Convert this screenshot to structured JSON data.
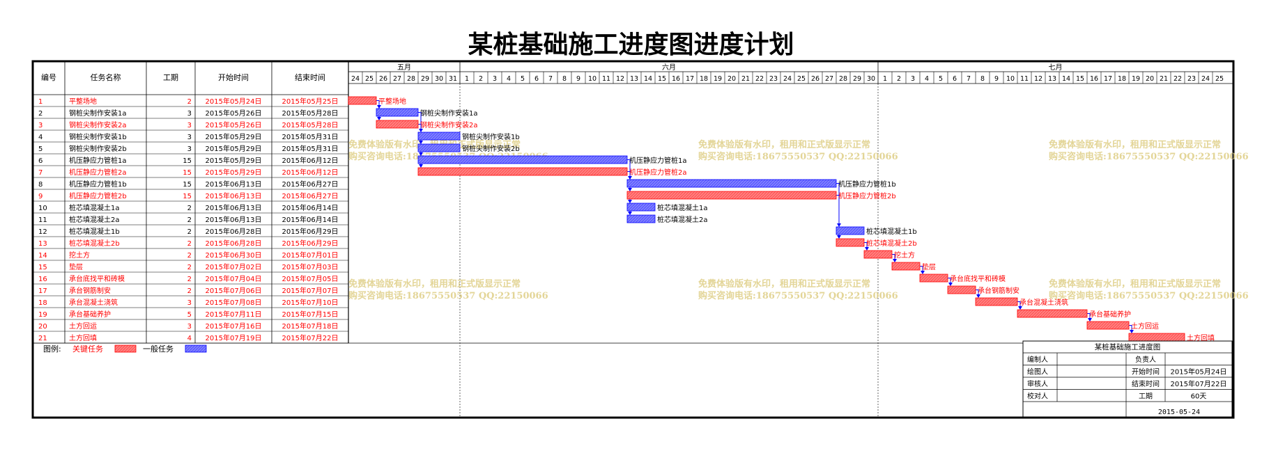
{
  "title": "某桩基础施工进度图进度计划",
  "headers": {
    "id": "编号",
    "name": "任务名称",
    "duration": "工期",
    "start": "开始时间",
    "end": "结束时间"
  },
  "months": [
    {
      "label": "五月",
      "days": [
        "24",
        "25",
        "26",
        "27",
        "28",
        "29",
        "30",
        "31"
      ]
    },
    {
      "label": "六月",
      "days": [
        "1",
        "2",
        "3",
        "4",
        "5",
        "6",
        "7",
        "8",
        "9",
        "10",
        "11",
        "12",
        "13",
        "14",
        "15",
        "16",
        "17",
        "18",
        "19",
        "20",
        "21",
        "22",
        "23",
        "24",
        "25",
        "26",
        "27",
        "28",
        "29",
        "30"
      ]
    },
    {
      "label": "七月",
      "days": [
        "1",
        "2",
        "3",
        "4",
        "5",
        "6",
        "7",
        "8",
        "9",
        "10",
        "11",
        "12",
        "13",
        "14",
        "15",
        "16",
        "17",
        "18",
        "19",
        "20",
        "21",
        "22",
        "23",
        "24",
        "25"
      ]
    }
  ],
  "chart_data": {
    "type": "gantt",
    "x_axis": "date",
    "x_range": [
      "2015-05-24",
      "2015-07-25"
    ],
    "tasks": [
      {
        "id": "1",
        "name": "平整场地",
        "duration": "2",
        "start": "2015年05月24日",
        "end": "2015年05月25日",
        "critical": true,
        "bar_label": "平整场地",
        "from": "2015-05-24",
        "to": "2015-05-25"
      },
      {
        "id": "2",
        "name": "钢桩尖制作安装1a",
        "duration": "3",
        "start": "2015年05月26日",
        "end": "2015年05月28日",
        "critical": false,
        "bar_label": "钢桩尖制作安装1a",
        "from": "2015-05-26",
        "to": "2015-05-28"
      },
      {
        "id": "3",
        "name": "钢桩尖制作安装2a",
        "duration": "3",
        "start": "2015年05月26日",
        "end": "2015年05月28日",
        "critical": true,
        "bar_label": "钢桩尖制作安装2a",
        "from": "2015-05-26",
        "to": "2015-05-28"
      },
      {
        "id": "4",
        "name": "钢桩尖制作安装1b",
        "duration": "3",
        "start": "2015年05月29日",
        "end": "2015年05月31日",
        "critical": false,
        "bar_label": "钢桩尖制作安装1b",
        "from": "2015-05-29",
        "to": "2015-05-31"
      },
      {
        "id": "5",
        "name": "钢桩尖制作安装2b",
        "duration": "3",
        "start": "2015年05月29日",
        "end": "2015年05月31日",
        "critical": false,
        "bar_label": "钢桩尖制作安装2b",
        "from": "2015-05-29",
        "to": "2015-05-31"
      },
      {
        "id": "6",
        "name": "机压静应力管桩1a",
        "duration": "15",
        "start": "2015年05月29日",
        "end": "2015年06月12日",
        "critical": false,
        "bar_label": "机压静应力管桩1a",
        "from": "2015-05-29",
        "to": "2015-06-12"
      },
      {
        "id": "7",
        "name": "机压静应力管桩2a",
        "duration": "15",
        "start": "2015年05月29日",
        "end": "2015年06月12日",
        "critical": true,
        "bar_label": "机压静应力管桩2a",
        "from": "2015-05-29",
        "to": "2015-06-12"
      },
      {
        "id": "8",
        "name": "机压静应力管桩1b",
        "duration": "15",
        "start": "2015年06月13日",
        "end": "2015年06月27日",
        "critical": false,
        "bar_label": "机压静应力管桩1b",
        "from": "2015-06-13",
        "to": "2015-06-27"
      },
      {
        "id": "9",
        "name": "机压静应力管桩2b",
        "duration": "15",
        "start": "2015年06月13日",
        "end": "2015年06月27日",
        "critical": true,
        "bar_label": "机压静应力管桩2b",
        "from": "2015-06-13",
        "to": "2015-06-27"
      },
      {
        "id": "10",
        "name": "桩芯填混凝土1a",
        "duration": "2",
        "start": "2015年06月13日",
        "end": "2015年06月14日",
        "critical": false,
        "bar_label": "桩芯填混凝土1a",
        "from": "2015-06-13",
        "to": "2015-06-14"
      },
      {
        "id": "11",
        "name": "桩芯填混凝土2a",
        "duration": "2",
        "start": "2015年06月13日",
        "end": "2015年06月14日",
        "critical": false,
        "bar_label": "桩芯填混凝土2a",
        "from": "2015-06-13",
        "to": "2015-06-14"
      },
      {
        "id": "12",
        "name": "桩芯填混凝土1b",
        "duration": "2",
        "start": "2015年06月28日",
        "end": "2015年06月29日",
        "critical": false,
        "bar_label": "桩芯填混凝土1b",
        "from": "2015-06-28",
        "to": "2015-06-29"
      },
      {
        "id": "13",
        "name": "桩芯填混凝土2b",
        "duration": "2",
        "start": "2015年06月28日",
        "end": "2015年06月29日",
        "critical": true,
        "bar_label": "桩芯填混凝土2b",
        "from": "2015-06-28",
        "to": "2015-06-29"
      },
      {
        "id": "14",
        "name": "挖土方",
        "duration": "2",
        "start": "2015年06月30日",
        "end": "2015年07月01日",
        "critical": true,
        "bar_label": "挖土方",
        "from": "2015-06-30",
        "to": "2015-07-01"
      },
      {
        "id": "15",
        "name": "垫层",
        "duration": "2",
        "start": "2015年07月02日",
        "end": "2015年07月03日",
        "critical": true,
        "bar_label": "垫层",
        "from": "2015-07-02",
        "to": "2015-07-03"
      },
      {
        "id": "16",
        "name": "承台底找平和砖模",
        "duration": "2",
        "start": "2015年07月04日",
        "end": "2015年07月05日",
        "critical": true,
        "bar_label": "承台底找平和砖模",
        "from": "2015-07-04",
        "to": "2015-07-05"
      },
      {
        "id": "17",
        "name": "承台钢筋制安",
        "duration": "2",
        "start": "2015年07月06日",
        "end": "2015年07月07日",
        "critical": true,
        "bar_label": "承台钢筋制安",
        "from": "2015-07-06",
        "to": "2015-07-07"
      },
      {
        "id": "18",
        "name": "承台混凝土浇筑",
        "duration": "3",
        "start": "2015年07月08日",
        "end": "2015年07月10日",
        "critical": true,
        "bar_label": "承台混凝土浇筑",
        "from": "2015-07-08",
        "to": "2015-07-10"
      },
      {
        "id": "19",
        "name": "承台基础养护",
        "duration": "5",
        "start": "2015年07月11日",
        "end": "2015年07月15日",
        "critical": true,
        "bar_label": "承台基础养护",
        "from": "2015-07-11",
        "to": "2015-07-15"
      },
      {
        "id": "20",
        "name": "土方回运",
        "duration": "3",
        "start": "2015年07月16日",
        "end": "2015年07月18日",
        "critical": true,
        "bar_label": "土方回运",
        "from": "2015-07-16",
        "to": "2015-07-18"
      },
      {
        "id": "21",
        "name": "土方回填",
        "duration": "4",
        "start": "2015年07月19日",
        "end": "2015年07月22日",
        "critical": true,
        "bar_label": "土方回填",
        "from": "2015-07-19",
        "to": "2015-07-22"
      }
    ],
    "links": [
      [
        1,
        2
      ],
      [
        1,
        3
      ],
      [
        2,
        4
      ],
      [
        2,
        5
      ],
      [
        2,
        6
      ],
      [
        3,
        7
      ],
      [
        6,
        8
      ],
      [
        7,
        9
      ],
      [
        6,
        10
      ],
      [
        7,
        11
      ],
      [
        8,
        12
      ],
      [
        9,
        13
      ],
      [
        13,
        14
      ],
      [
        14,
        15
      ],
      [
        15,
        16
      ],
      [
        16,
        17
      ],
      [
        17,
        18
      ],
      [
        18,
        19
      ],
      [
        19,
        20
      ],
      [
        20,
        21
      ]
    ],
    "colors": {
      "critical_fill": "#ff7f7f",
      "critical_edge": "#ff0000",
      "normal_fill": "#7f7fff",
      "normal_edge": "#0000ff",
      "critical_text": "#ff0000",
      "link": "#0000ff"
    }
  },
  "legend": {
    "prefix": "图例:",
    "critical": "关键任务",
    "normal": "一般任务"
  },
  "watermark": {
    "line1": "免费体验版有水印，租用和正式版显示正常",
    "line2": "购买咨询电话:18675550537 QQ:22150066"
  },
  "info_box": {
    "title": "某桩基础施工进度图",
    "rows": [
      [
        "编制人",
        "",
        "负责人",
        ""
      ],
      [
        "绘图人",
        "",
        "开始时间",
        "2015年05月24日"
      ],
      [
        "审核人",
        "",
        "结束时间",
        "2015年07月22日"
      ],
      [
        "校对人",
        "",
        "工期",
        "60天"
      ]
    ],
    "date": "2015-05-24"
  }
}
